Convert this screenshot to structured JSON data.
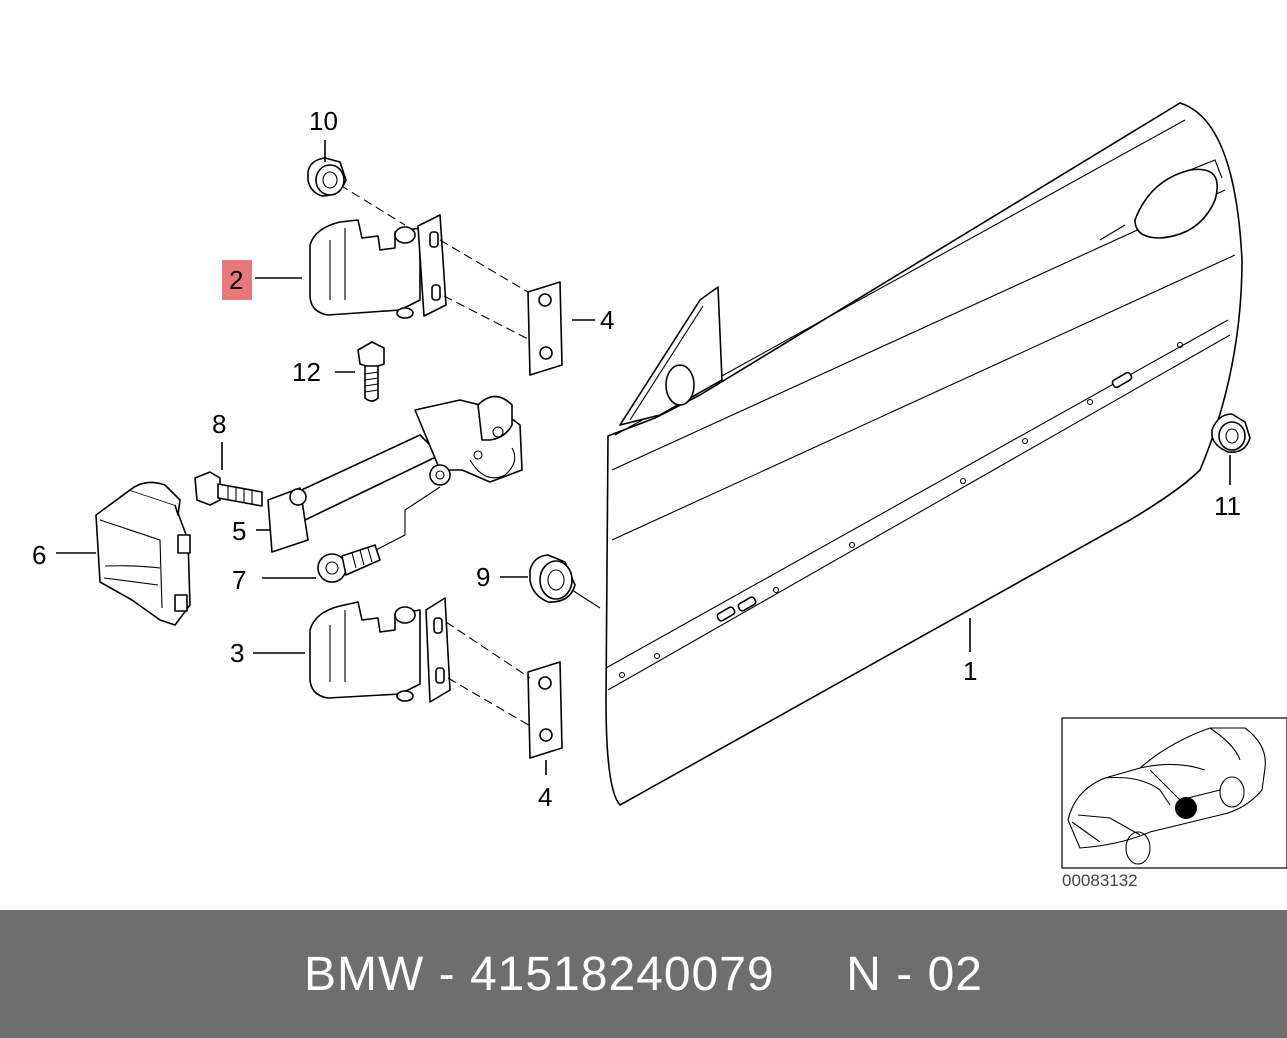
{
  "callouts": {
    "c1": "1",
    "c2": "2",
    "c3": "3",
    "c4a": "4",
    "c4b": "4",
    "c5": "5",
    "c6": "6",
    "c7": "7",
    "c8": "8",
    "c9": "9",
    "c10": "10",
    "c11": "11",
    "c12": "12"
  },
  "highlight_color": "#e8787a",
  "inset": {
    "reference_number": "00083132"
  },
  "footer": {
    "text": "BMW - 41518240079     N - 02",
    "background_color": "#6e6e6e"
  }
}
